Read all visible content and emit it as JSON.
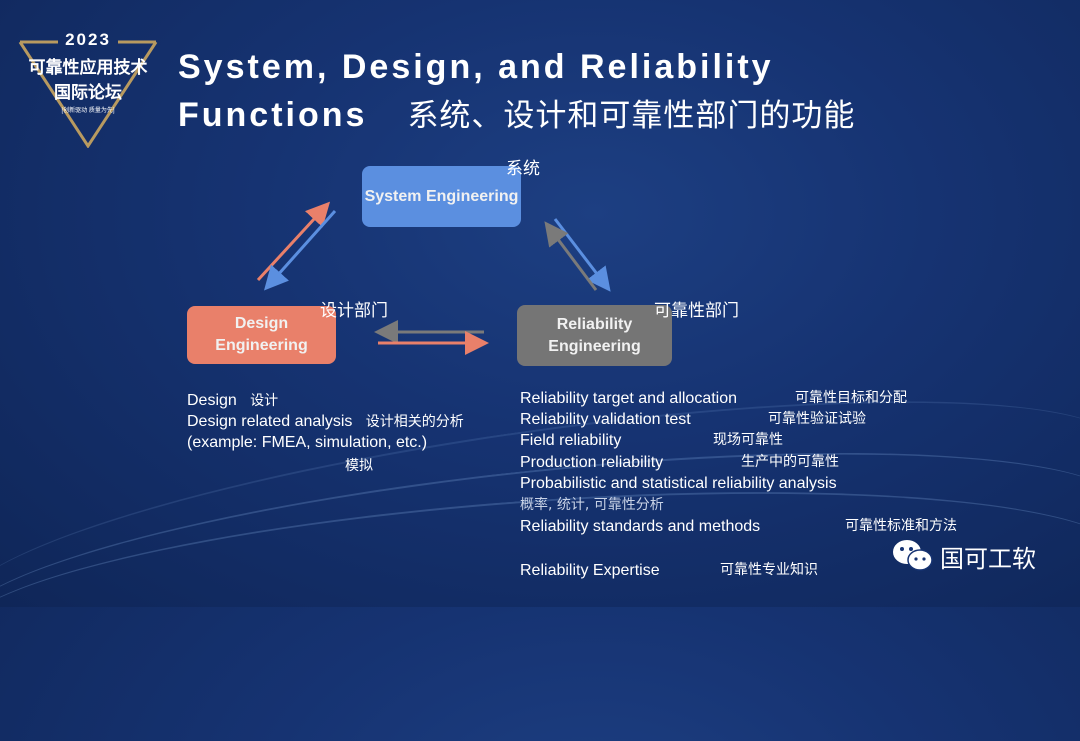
{
  "logo": {
    "year": "2023",
    "line1": "可靠性应用技术",
    "line2": "国际论坛",
    "tagline": "[创新驱动 质量为先]"
  },
  "title": {
    "line1": "System, Design, and Reliability",
    "line2": "Functions",
    "chinese": "系统、设计和可靠性部门的功能"
  },
  "diagram": {
    "system": {
      "label": "System Engineering",
      "cn": "系统",
      "color": "#5b8fe0"
    },
    "design": {
      "label": "Design Engineering",
      "cn": "设计部门",
      "color": "#e9806a"
    },
    "reliability": {
      "label": "Reliability Engineering",
      "cn": "可靠性部门",
      "color": "#757575"
    }
  },
  "design_list": [
    {
      "en": "Design",
      "cn": "设计"
    },
    {
      "en": "Design related analysis",
      "cn": "设计相关的分析"
    },
    {
      "en": "(example: FMEA, simulation, etc.)",
      "cn": "模拟"
    }
  ],
  "reliability_list": [
    {
      "en": "Reliability target and allocation",
      "cn": "可靠性目标和分配"
    },
    {
      "en": "Reliability validation test",
      "cn": "可靠性验证试验"
    },
    {
      "en": "Field reliability",
      "cn": "现场可靠性"
    },
    {
      "en": "Production reliability",
      "cn": "生产中的可靠性"
    },
    {
      "en": "Probabilistic and statistical reliability analysis",
      "cn": "概率, 统计, 可靠性分析"
    },
    {
      "en": "Reliability standards and methods",
      "cn": "可靠性标准和方法"
    },
    {
      "en": "Reliability Expertise",
      "cn": "可靠性专业知识"
    }
  ],
  "watermark": {
    "icon": "wechat-icon",
    "text": "国可工软"
  }
}
